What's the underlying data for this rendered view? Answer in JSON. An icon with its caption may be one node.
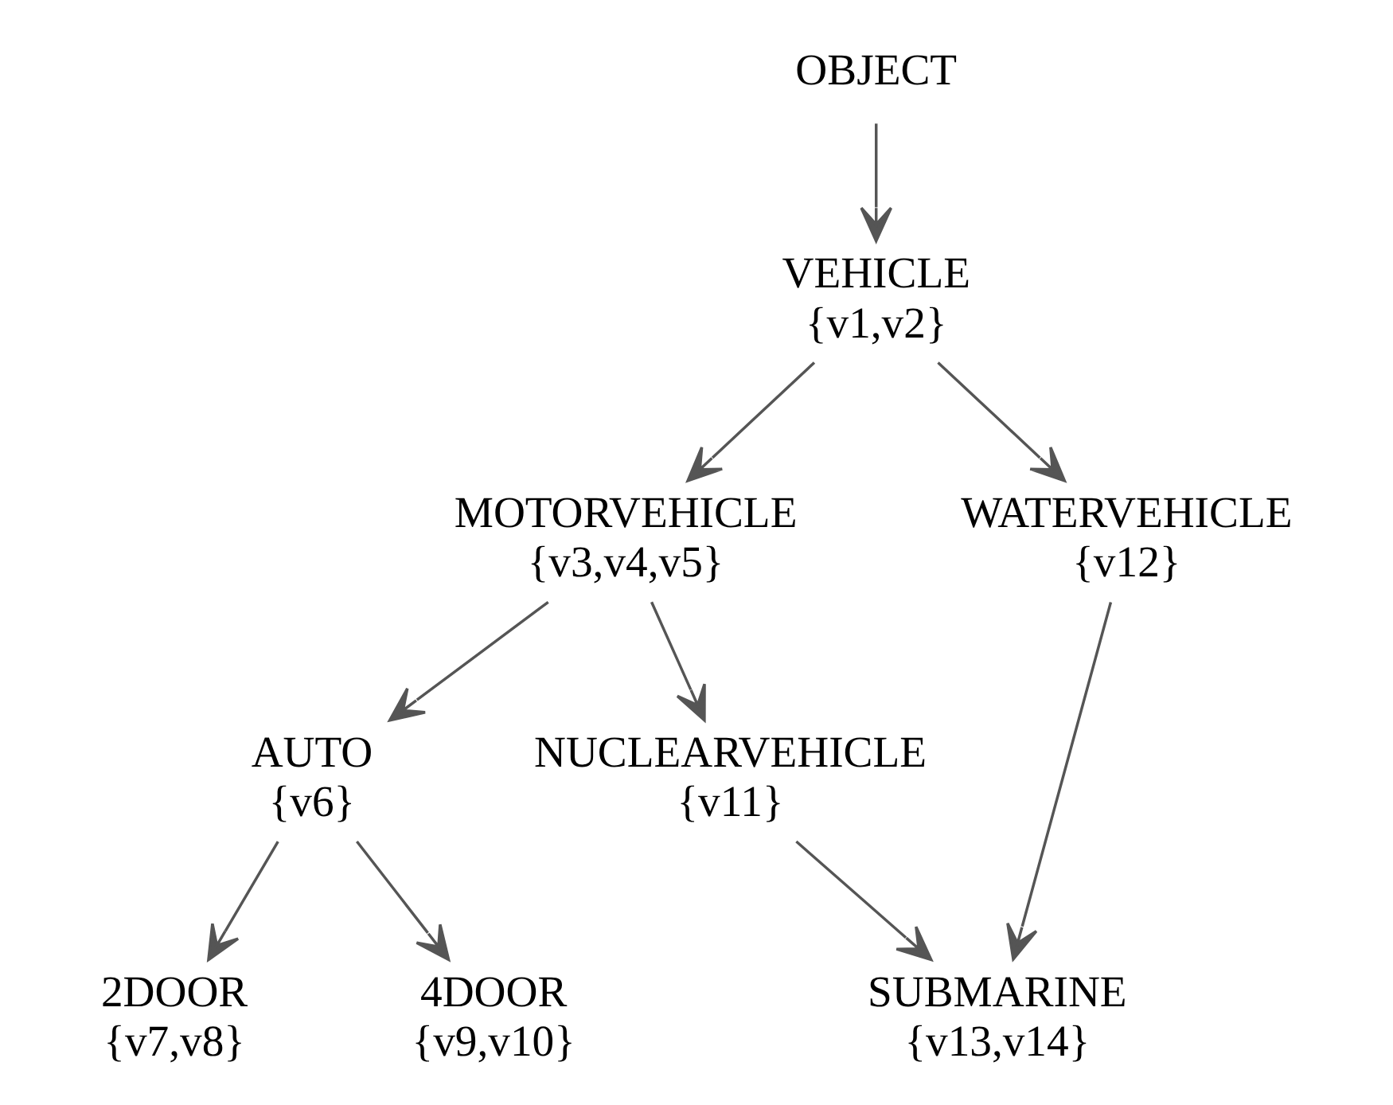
{
  "diagram": {
    "nodes": [
      {
        "text": [
          "OBJECT"
        ]
      },
      {
        "text": [
          "VEHICLE",
          "{v1,v2}"
        ]
      },
      {
        "text": [
          "MOTORVEHICLE",
          "{v3,v4,v5}"
        ]
      },
      {
        "text": [
          "WATERVEHICLE",
          "{v12}"
        ]
      },
      {
        "text": [
          "AUTO",
          "{v6}"
        ]
      },
      {
        "text": [
          "NUCLEARVEHICLE",
          "{v11}"
        ]
      },
      {
        "text": [
          "2DOOR",
          "{v7,v8}"
        ]
      },
      {
        "text": [
          "4DOOR",
          "{v9,v10}"
        ]
      },
      {
        "text": [
          "SUBMARINE",
          "{v13,v14}"
        ]
      }
    ],
    "edges": [
      {
        "from": 0,
        "to": 1,
        "arrow": "to"
      },
      {
        "from": 1,
        "to": 2,
        "arrow": "to"
      },
      {
        "from": 1,
        "to": 3,
        "arrow": "to"
      },
      {
        "from": 2,
        "to": 4,
        "arrow": "to"
      },
      {
        "from": 2,
        "to": 5,
        "arrow": "to"
      },
      {
        "from": 4,
        "to": 6,
        "arrow": "to"
      },
      {
        "from": 4,
        "to": 7,
        "arrow": "to"
      },
      {
        "from": 5,
        "to": 8,
        "arrow": "to"
      },
      {
        "from": 3,
        "to": 8,
        "arrow": "to"
      }
    ]
  }
}
